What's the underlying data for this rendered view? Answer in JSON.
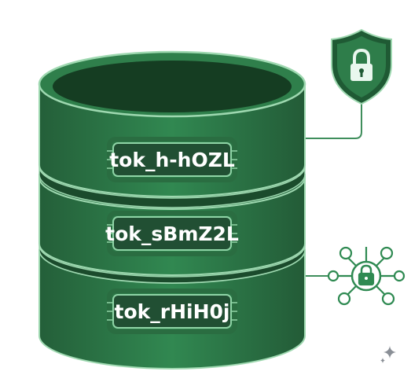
{
  "tokens": [
    {
      "label": "tok_h-hOZL"
    },
    {
      "label": "tok_sBmZ2L"
    },
    {
      "label": "tok_rHiH0j"
    }
  ],
  "icons": {
    "security": "shield-lock-icon",
    "network": "network-lock-icon",
    "corner_mark": "sparkle-icon"
  },
  "colors": {
    "db_fill": "#2e7d4a",
    "db_dark": "#1a4d2c",
    "db_top": "#153d22",
    "outline": "#9ed8b0",
    "chip_fill": "#214f33",
    "connector": "#3f8e5c",
    "network_stroke": "#2f8a52",
    "corner_mark": "#8a8f96"
  }
}
